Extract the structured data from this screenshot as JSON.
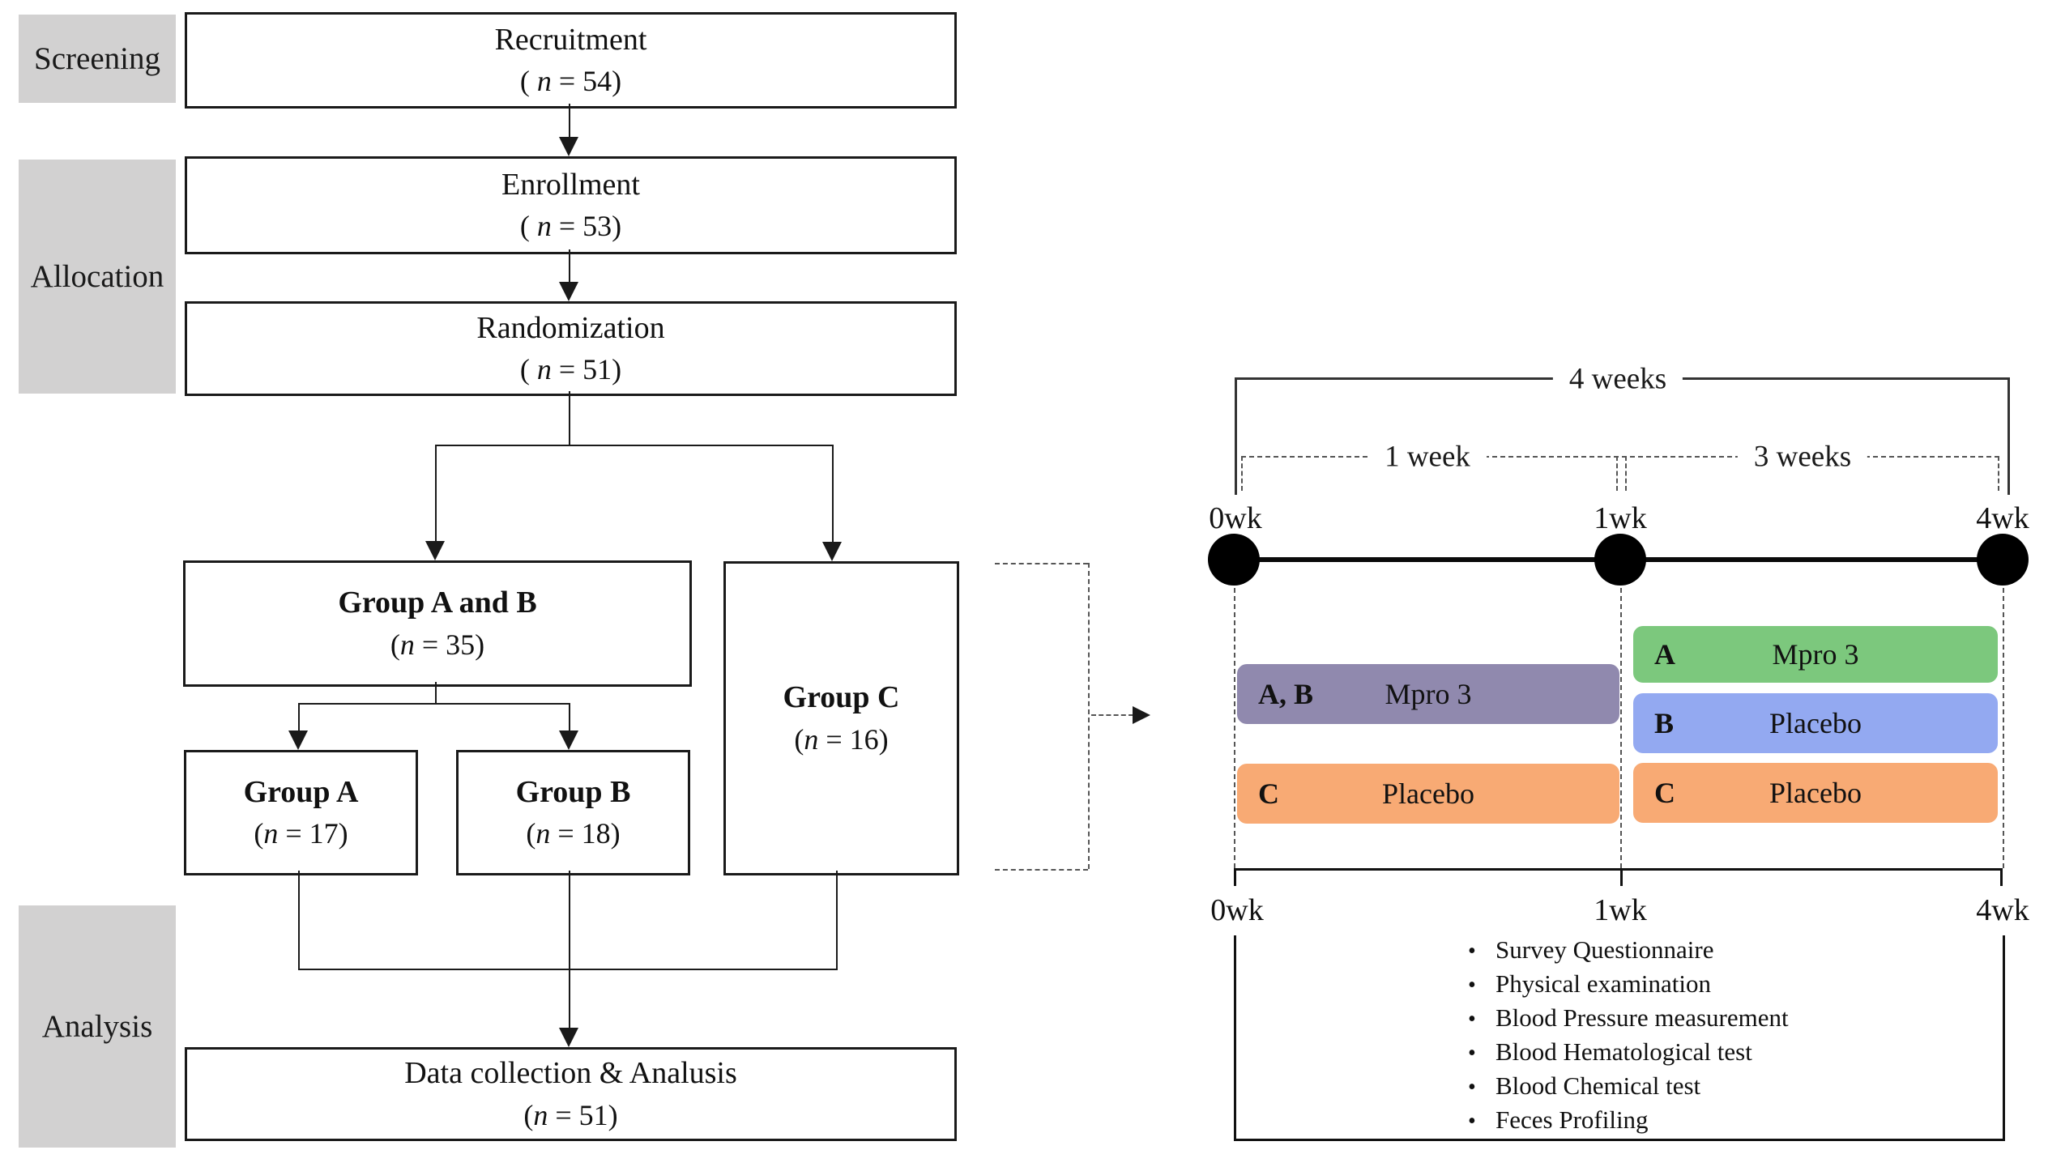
{
  "colors": {
    "stage_bg": "#d2d1d1",
    "bar_purple": "#9089ae",
    "bar_green": "#7cc87d",
    "bar_blue": "#93a9f1",
    "bar_orange": "#f8aa74"
  },
  "flowchart": {
    "stages": {
      "screening": "Screening",
      "allocation": "Allocation",
      "analysis": "Analysis"
    },
    "boxes": {
      "recruitment": {
        "title": "Recruitment",
        "n_prefix": "( ",
        "n_var": "n",
        "n_suffix": " = 54)"
      },
      "enrollment": {
        "title": "Enrollment",
        "n_prefix": "( ",
        "n_var": "n",
        "n_suffix": " = 53)"
      },
      "randomization": {
        "title": "Randomization",
        "n_prefix": "( ",
        "n_var": "n",
        "n_suffix": " = 51)"
      },
      "group_ab": {
        "title": "Group A and B",
        "n_prefix": "(",
        "n_var": "n",
        "n_suffix": " = 35)"
      },
      "group_c": {
        "title": "Group C",
        "n_prefix": "(",
        "n_var": "n",
        "n_suffix": " = 16)"
      },
      "group_a": {
        "title": "Group A",
        "n_prefix": "(",
        "n_var": "n",
        "n_suffix": " = 17)"
      },
      "group_b": {
        "title": "Group B",
        "n_prefix": "(",
        "n_var": "n",
        "n_suffix": " = 18)"
      },
      "data_collection": {
        "title": "Data collection & Analusis",
        "n_prefix": "(",
        "n_var": "n",
        "n_suffix": " = 51)"
      }
    }
  },
  "timeline": {
    "bracket_4w": "4 weeks",
    "bracket_1w": "1 week",
    "bracket_3w": "3 weeks",
    "ticks_top": {
      "t0": "0wk",
      "t1": "1wk",
      "t4": "4wk"
    },
    "ticks_bottom": {
      "t0": "0wk",
      "t1": "1wk",
      "t4": "4wk"
    },
    "bars": {
      "ab": {
        "group": "A, B",
        "treatment": "Mpro 3"
      },
      "c_left": {
        "group": "C",
        "treatment": "Placebo"
      },
      "a": {
        "group": "A",
        "treatment": "Mpro 3"
      },
      "b": {
        "group": "B",
        "treatment": "Placebo"
      },
      "c_right": {
        "group": "C",
        "treatment": "Placebo"
      }
    },
    "procedures": [
      "Survey Questionnaire",
      "Physical examination",
      "Blood Pressure measurement",
      "Blood Hematological test",
      "Blood Chemical test",
      "Feces Profiling"
    ]
  }
}
